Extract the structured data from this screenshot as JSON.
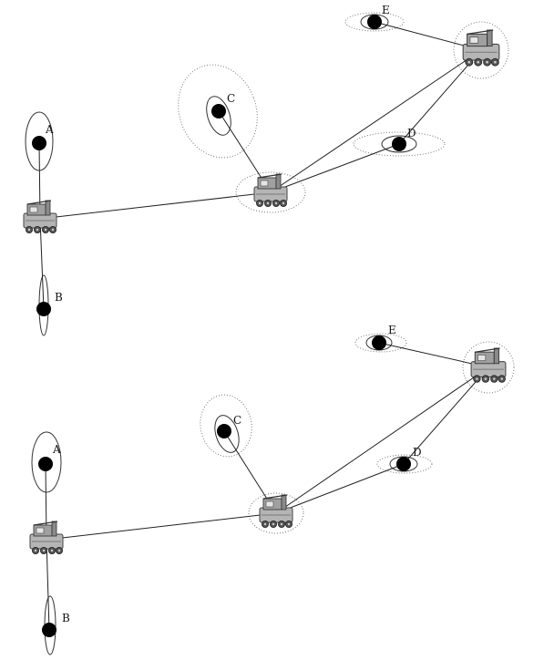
{
  "colors": {
    "background": "#ffffff",
    "line": "#222222",
    "landmark": "#000000",
    "uncertainty_solid": "#333333",
    "uncertainty_dotted": "#777777",
    "robot_body": "#8a8a8a"
  },
  "panels": [
    {
      "id": "top",
      "landmarks": [
        {
          "key": "A",
          "label": "A"
        },
        {
          "key": "B",
          "label": "B"
        },
        {
          "key": "C",
          "label": "C"
        },
        {
          "key": "D",
          "label": "D"
        },
        {
          "key": "E",
          "label": "E"
        }
      ],
      "robots": [
        {
          "key": "r1",
          "icon": "robot-vehicle-icon"
        },
        {
          "key": "r2",
          "icon": "robot-vehicle-icon"
        },
        {
          "key": "r3",
          "icon": "robot-vehicle-icon"
        }
      ]
    },
    {
      "id": "bottom",
      "landmarks": [
        {
          "key": "A",
          "label": "A"
        },
        {
          "key": "B",
          "label": "B"
        },
        {
          "key": "C",
          "label": "C"
        },
        {
          "key": "D",
          "label": "D"
        },
        {
          "key": "E",
          "label": "E"
        }
      ],
      "robots": [
        {
          "key": "r1",
          "icon": "robot-vehicle-icon"
        },
        {
          "key": "r2",
          "icon": "robot-vehicle-icon"
        },
        {
          "key": "r3",
          "icon": "robot-vehicle-icon"
        }
      ]
    }
  ]
}
